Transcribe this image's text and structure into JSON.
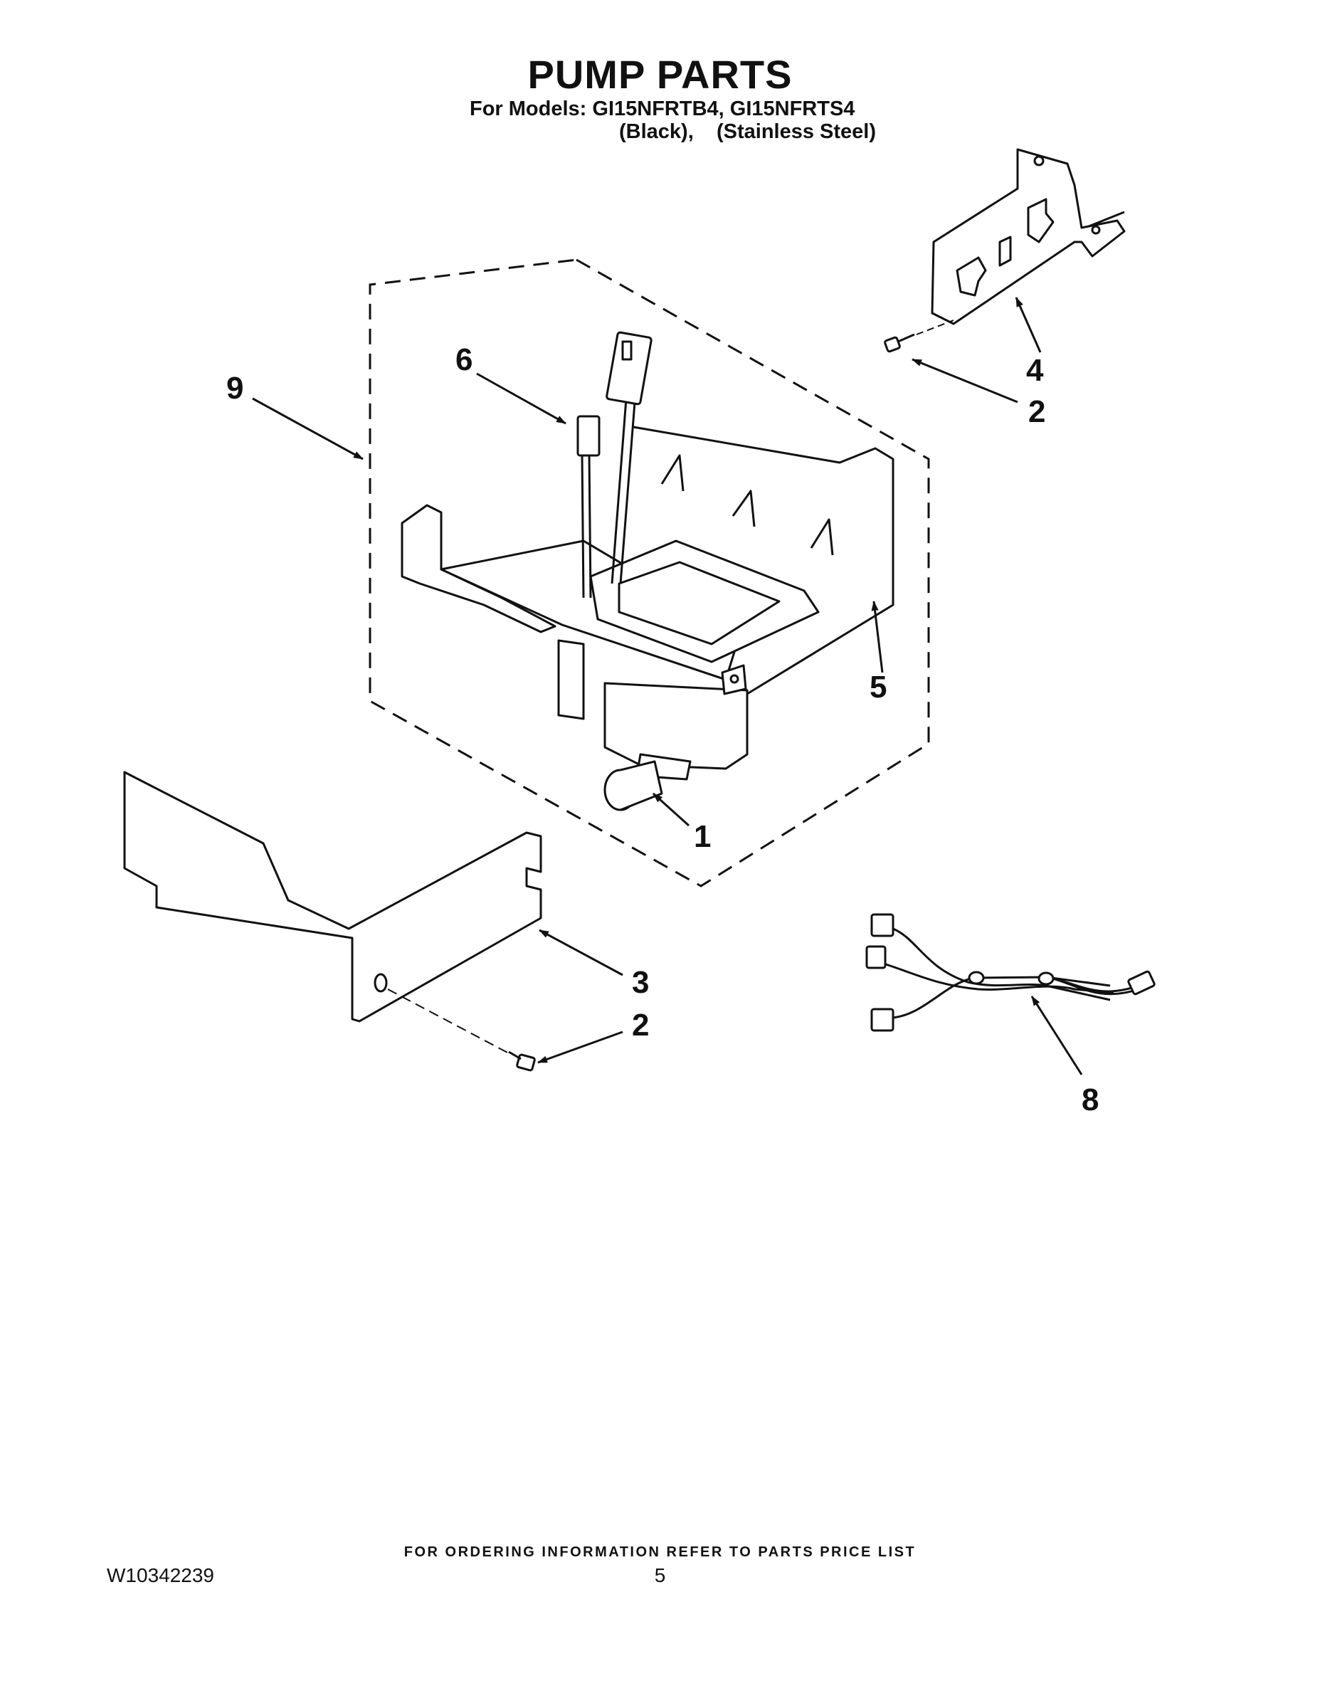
{
  "header": {
    "title": "PUMP PARTS",
    "models_line": "For Models: GI15NFRTB4, GI15NFRTS4",
    "variants_line": "(Black),    (Stainless Steel)"
  },
  "callouts": {
    "c1": "1",
    "c2a": "2",
    "c2b": "2",
    "c3": "3",
    "c4": "4",
    "c5": "5",
    "c6": "6",
    "c8": "8",
    "c9": "9"
  },
  "footer": {
    "ordering_note": "FOR ORDERING INFORMATION REFER TO PARTS PRICE LIST",
    "doc_number": "W10342239",
    "page_number": "5"
  }
}
